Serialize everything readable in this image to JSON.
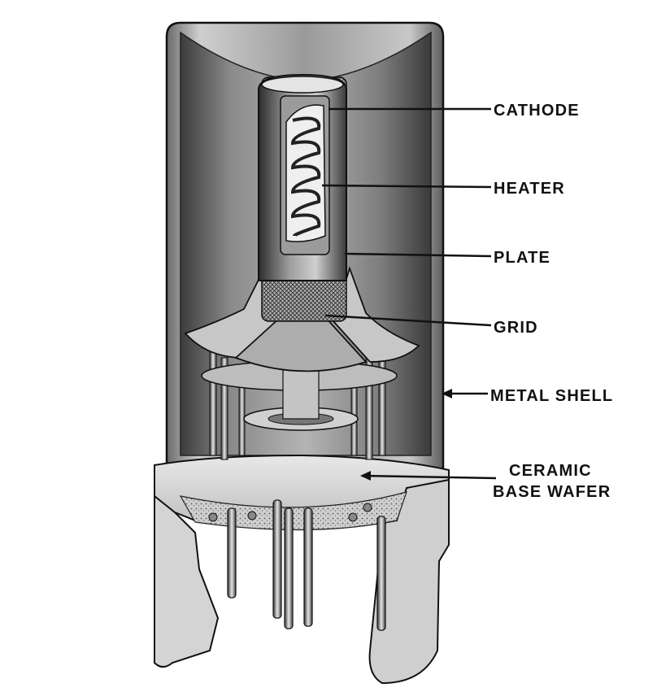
{
  "labels": {
    "cathode": "CATHODE",
    "heater": "HEATER",
    "plate": "PLATE",
    "grid": "GRID",
    "metal_shell": "METAL SHELL",
    "ceramic_base_wafer_line1": "CERAMIC",
    "ceramic_base_wafer_line2": "BASE WAFER"
  },
  "colors": {
    "ink": "#111111",
    "shell_light": "#d9d9d9",
    "shell_dark": "#5a5a5a",
    "paper": "#ffffff"
  }
}
